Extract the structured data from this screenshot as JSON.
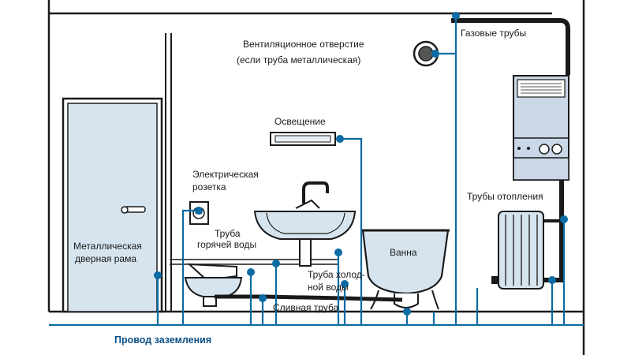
{
  "labels": {
    "ventilation_line1": "Вентиляционное отверстие",
    "ventilation_line2": "(если труба металлическая)",
    "gas_pipes": "Газовые трубы",
    "lighting": "Освещение",
    "socket_line1": "Электрическая",
    "socket_line2": "розетка",
    "hot_water_line1": "Труба",
    "hot_water_line2": "горячей воды",
    "bathtub": "Ванна",
    "cold_water_line1": "Труба холод-",
    "cold_water_line2": "ной воды",
    "drain_pipe": "Сливная труба",
    "heating_pipes": "Трубы отопления",
    "door_frame_line1": "Металлическая",
    "door_frame_line2": "дверная рама",
    "ground_wire": "Провод заземления"
  },
  "colors": {
    "wire": "#0b6ba3",
    "outline": "#1a1a1a",
    "fixture_fill": "#d6e4ef",
    "boiler_fill": "#c9d7e6",
    "ground_label": "#0a4f86"
  }
}
